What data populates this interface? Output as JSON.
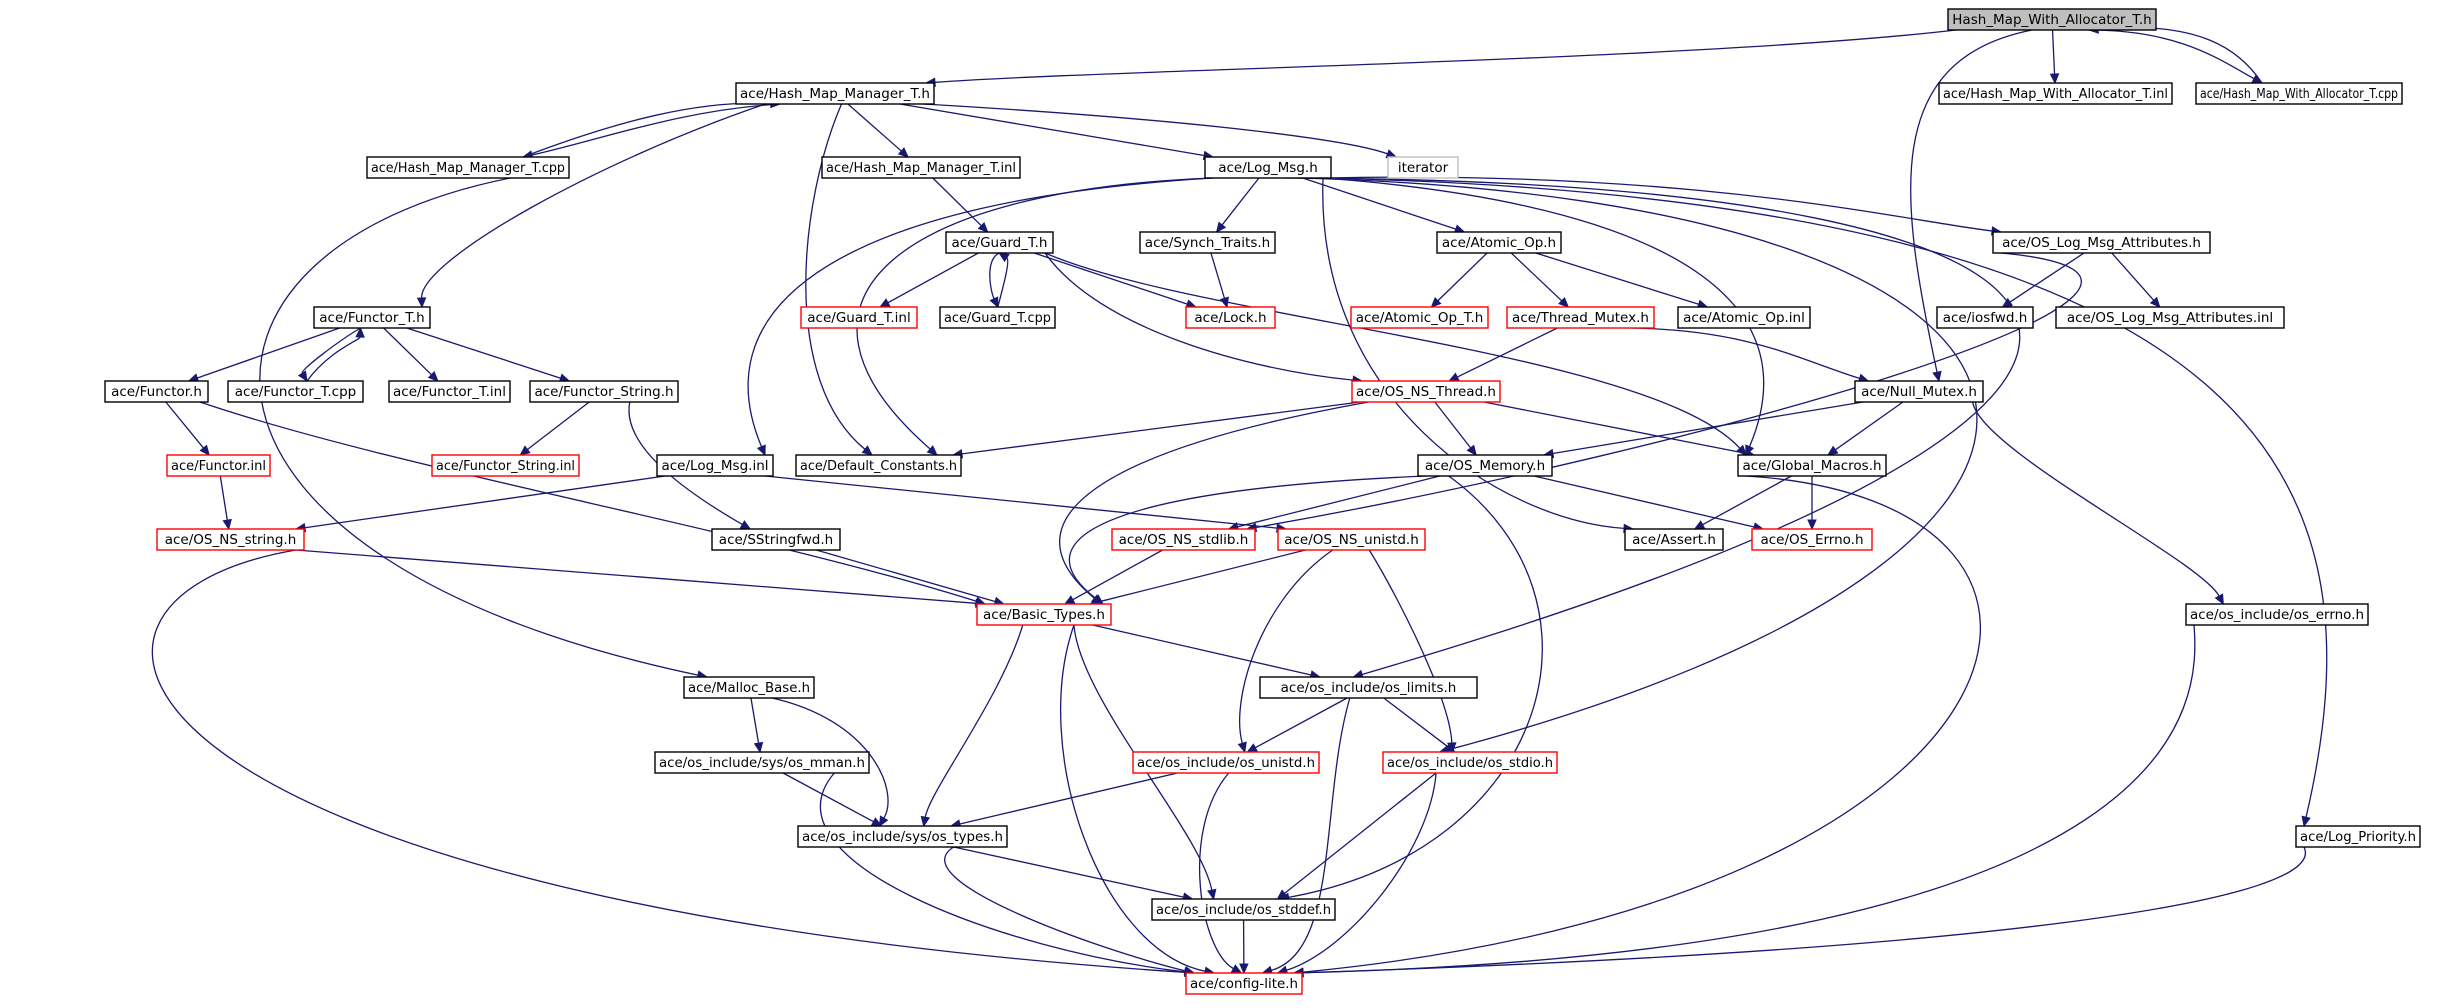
{
  "graph": {
    "nodes": [
      {
        "id": "root",
        "label": "Hash_Map_With_Allocator_T.h",
        "style": "gray"
      },
      {
        "id": "hmwa_inl",
        "label": "ace/Hash_Map_With_Allocator_T.inl",
        "style": "black"
      },
      {
        "id": "hmwa_cpp",
        "label": "ace/Hash_Map_With_Allocator_T.cpp",
        "style": "black"
      },
      {
        "id": "hmm_h",
        "label": "ace/Hash_Map_Manager_T.h",
        "style": "black"
      },
      {
        "id": "hmm_cpp",
        "label": "ace/Hash_Map_Manager_T.cpp",
        "style": "black"
      },
      {
        "id": "hmm_inl",
        "label": "ace/Hash_Map_Manager_T.inl",
        "style": "black"
      },
      {
        "id": "logmsg_h",
        "label": "ace/Log_Msg.h",
        "style": "black"
      },
      {
        "id": "iterator",
        "label": "iterator",
        "style": "plain"
      },
      {
        "id": "guard_h",
        "label": "ace/Guard_T.h",
        "style": "black"
      },
      {
        "id": "synch_traits",
        "label": "ace/Synch_Traits.h",
        "style": "black"
      },
      {
        "id": "atomic_h",
        "label": "ace/Atomic_Op.h",
        "style": "black"
      },
      {
        "id": "oslogattr_h",
        "label": "ace/OS_Log_Msg_Attributes.h",
        "style": "black"
      },
      {
        "id": "functor_t_h",
        "label": "ace/Functor_T.h",
        "style": "black"
      },
      {
        "id": "guard_inl",
        "label": "ace/Guard_T.inl",
        "style": "red"
      },
      {
        "id": "guard_cpp",
        "label": "ace/Guard_T.cpp",
        "style": "black"
      },
      {
        "id": "lock_h",
        "label": "ace/Lock.h",
        "style": "red"
      },
      {
        "id": "atomic_t_h",
        "label": "ace/Atomic_Op_T.h",
        "style": "red"
      },
      {
        "id": "thread_mutex",
        "label": "ace/Thread_Mutex.h",
        "style": "red"
      },
      {
        "id": "atomic_inl",
        "label": "ace/Atomic_Op.inl",
        "style": "black"
      },
      {
        "id": "iosfwd",
        "label": "ace/iosfwd.h",
        "style": "black"
      },
      {
        "id": "oslogattr_inl",
        "label": "ace/OS_Log_Msg_Attributes.inl",
        "style": "black"
      },
      {
        "id": "functor_h",
        "label": "ace/Functor.h",
        "style": "black"
      },
      {
        "id": "functor_t_cpp",
        "label": "ace/Functor_T.cpp",
        "style": "black"
      },
      {
        "id": "functor_t_inl",
        "label": "ace/Functor_T.inl",
        "style": "black"
      },
      {
        "id": "functor_string_h",
        "label": "ace/Functor_String.h",
        "style": "black"
      },
      {
        "id": "os_ns_thread",
        "label": "ace/OS_NS_Thread.h",
        "style": "red"
      },
      {
        "id": "null_mutex",
        "label": "ace/Null_Mutex.h",
        "style": "black"
      },
      {
        "id": "functor_inl",
        "label": "ace/Functor.inl",
        "style": "red"
      },
      {
        "id": "functor_string_inl",
        "label": "ace/Functor_String.inl",
        "style": "red"
      },
      {
        "id": "logmsg_inl",
        "label": "ace/Log_Msg.inl",
        "style": "black"
      },
      {
        "id": "default_const",
        "label": "ace/Default_Constants.h",
        "style": "black"
      },
      {
        "id": "os_memory",
        "label": "ace/OS_Memory.h",
        "style": "black"
      },
      {
        "id": "global_macros",
        "label": "ace/Global_Macros.h",
        "style": "black"
      },
      {
        "id": "os_ns_string",
        "label": "ace/OS_NS_string.h",
        "style": "red"
      },
      {
        "id": "sstringfwd",
        "label": "ace/SStringfwd.h",
        "style": "black"
      },
      {
        "id": "os_ns_stdlib",
        "label": "ace/OS_NS_stdlib.h",
        "style": "red"
      },
      {
        "id": "os_ns_unistd",
        "label": "ace/OS_NS_unistd.h",
        "style": "red"
      },
      {
        "id": "assert_h",
        "label": "ace/Assert.h",
        "style": "black"
      },
      {
        "id": "os_errno_ace",
        "label": "ace/OS_Errno.h",
        "style": "red"
      },
      {
        "id": "basic_types",
        "label": "ace/Basic_Types.h",
        "style": "red"
      },
      {
        "id": "os_inc_errno",
        "label": "ace/os_include/os_errno.h",
        "style": "black"
      },
      {
        "id": "malloc_base",
        "label": "ace/Malloc_Base.h",
        "style": "black"
      },
      {
        "id": "os_limits",
        "label": "ace/os_include/os_limits.h",
        "style": "black"
      },
      {
        "id": "sys_mman",
        "label": "ace/os_include/sys/os_mman.h",
        "style": "black"
      },
      {
        "id": "os_unistd",
        "label": "ace/os_include/os_unistd.h",
        "style": "red"
      },
      {
        "id": "os_stdio",
        "label": "ace/os_include/os_stdio.h",
        "style": "red"
      },
      {
        "id": "sys_types",
        "label": "ace/os_include/sys/os_types.h",
        "style": "black"
      },
      {
        "id": "log_priority",
        "label": "ace/Log_Priority.h",
        "style": "black"
      },
      {
        "id": "os_stddef",
        "label": "ace/os_include/os_stddef.h",
        "style": "black"
      },
      {
        "id": "config_lite",
        "label": "ace/config-lite.h",
        "style": "red"
      }
    ],
    "edges": [
      [
        "root",
        "hmm_h"
      ],
      [
        "root",
        "hmwa_inl"
      ],
      [
        "root",
        "hmwa_cpp"
      ],
      [
        "root",
        "null_mutex"
      ],
      [
        "hmwa_cpp",
        "root"
      ],
      [
        "hmm_h",
        "hmm_cpp"
      ],
      [
        "hmm_cpp",
        "hmm_h"
      ],
      [
        "hmm_h",
        "hmm_inl"
      ],
      [
        "hmm_h",
        "logmsg_h"
      ],
      [
        "hmm_h",
        "iterator"
      ],
      [
        "hmm_h",
        "functor_t_h"
      ],
      [
        "hmm_h",
        "default_const"
      ],
      [
        "hmm_cpp",
        "malloc_base"
      ],
      [
        "hmm_inl",
        "guard_h"
      ],
      [
        "logmsg_h",
        "synch_traits"
      ],
      [
        "logmsg_h",
        "atomic_h"
      ],
      [
        "logmsg_h",
        "oslogattr_h"
      ],
      [
        "logmsg_h",
        "logmsg_inl"
      ],
      [
        "logmsg_h",
        "default_const"
      ],
      [
        "logmsg_h",
        "assert_h"
      ],
      [
        "logmsg_h",
        "global_macros"
      ],
      [
        "logmsg_h",
        "os_limits"
      ],
      [
        "logmsg_h",
        "os_stdio"
      ],
      [
        "logmsg_h",
        "log_priority"
      ],
      [
        "guard_h",
        "guard_inl"
      ],
      [
        "guard_h",
        "guard_cpp"
      ],
      [
        "guard_cpp",
        "guard_h"
      ],
      [
        "guard_h",
        "lock_h"
      ],
      [
        "guard_h",
        "os_ns_thread"
      ],
      [
        "guard_h",
        "global_macros"
      ],
      [
        "synch_traits",
        "lock_h"
      ],
      [
        "atomic_h",
        "atomic_t_h"
      ],
      [
        "atomic_h",
        "thread_mutex"
      ],
      [
        "atomic_h",
        "atomic_inl"
      ],
      [
        "oslogattr_h",
        "iosfwd"
      ],
      [
        "oslogattr_h",
        "oslogattr_inl"
      ],
      [
        "oslogattr_h",
        "os_ns_stdlib"
      ],
      [
        "functor_t_h",
        "functor_h"
      ],
      [
        "functor_t_h",
        "functor_t_cpp"
      ],
      [
        "functor_t_cpp",
        "functor_t_h"
      ],
      [
        "functor_t_h",
        "functor_t_inl"
      ],
      [
        "functor_t_h",
        "functor_string_h"
      ],
      [
        "thread_mutex",
        "os_ns_thread"
      ],
      [
        "thread_mutex",
        "null_mutex"
      ],
      [
        "functor_h",
        "functor_inl"
      ],
      [
        "functor_h",
        "basic_types"
      ],
      [
        "functor_string_h",
        "functor_string_inl"
      ],
      [
        "functor_string_h",
        "sstringfwd"
      ],
      [
        "os_ns_thread",
        "default_const"
      ],
      [
        "os_ns_thread",
        "os_memory"
      ],
      [
        "os_ns_thread",
        "global_macros"
      ],
      [
        "os_ns_thread",
        "basic_types"
      ],
      [
        "null_mutex",
        "os_memory"
      ],
      [
        "null_mutex",
        "global_macros"
      ],
      [
        "null_mutex",
        "os_inc_errno"
      ],
      [
        "functor_inl",
        "os_ns_string"
      ],
      [
        "logmsg_inl",
        "os_ns_string"
      ],
      [
        "logmsg_inl",
        "os_ns_unistd"
      ],
      [
        "os_memory",
        "os_ns_stdlib"
      ],
      [
        "os_memory",
        "os_errno_ace"
      ],
      [
        "os_memory",
        "basic_types"
      ],
      [
        "os_memory",
        "os_stddef"
      ],
      [
        "global_macros",
        "assert_h"
      ],
      [
        "global_macros",
        "os_errno_ace"
      ],
      [
        "global_macros",
        "config_lite"
      ],
      [
        "os_ns_string",
        "basic_types"
      ],
      [
        "os_ns_string",
        "config_lite"
      ],
      [
        "sstringfwd",
        "basic_types"
      ],
      [
        "os_ns_stdlib",
        "basic_types"
      ],
      [
        "os_ns_unistd",
        "basic_types"
      ],
      [
        "os_ns_unistd",
        "os_unistd"
      ],
      [
        "os_ns_unistd",
        "os_stdio"
      ],
      [
        "basic_types",
        "os_limits"
      ],
      [
        "basic_types",
        "sys_types"
      ],
      [
        "basic_types",
        "os_stddef"
      ],
      [
        "basic_types",
        "config_lite"
      ],
      [
        "os_inc_errno",
        "config_lite"
      ],
      [
        "malloc_base",
        "sys_mman"
      ],
      [
        "malloc_base",
        "sys_types"
      ],
      [
        "os_limits",
        "os_unistd"
      ],
      [
        "os_limits",
        "os_stdio"
      ],
      [
        "os_limits",
        "config_lite"
      ],
      [
        "sys_mman",
        "sys_types"
      ],
      [
        "sys_mman",
        "config_lite"
      ],
      [
        "os_unistd",
        "sys_types"
      ],
      [
        "os_unistd",
        "config_lite"
      ],
      [
        "os_stdio",
        "os_stddef"
      ],
      [
        "os_stdio",
        "config_lite"
      ],
      [
        "sys_types",
        "os_stddef"
      ],
      [
        "sys_types",
        "config_lite"
      ],
      [
        "log_priority",
        "config_lite"
      ],
      [
        "os_stddef",
        "config_lite"
      ]
    ]
  }
}
